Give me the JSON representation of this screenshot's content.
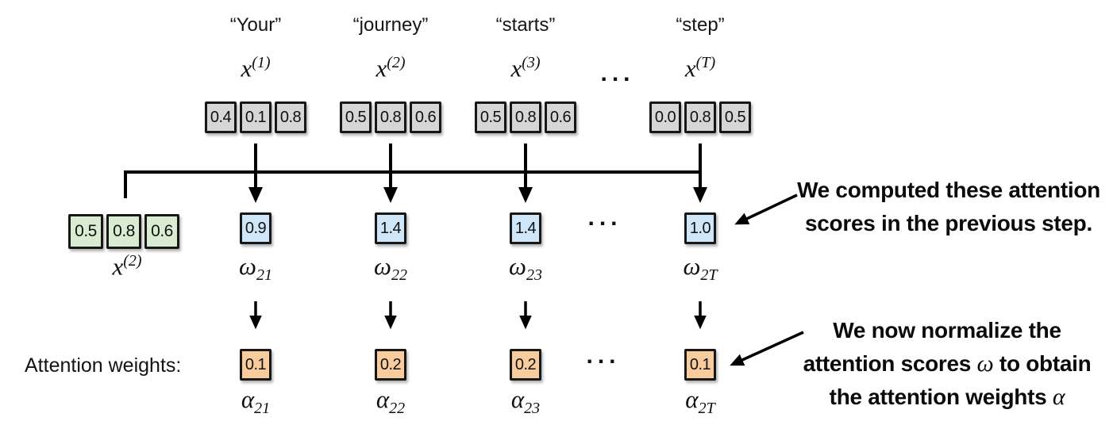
{
  "tokens": [
    {
      "word": "“Your”",
      "var": "x",
      "sup": "(1)",
      "values": [
        "0.4",
        "0.1",
        "0.8"
      ]
    },
    {
      "word": "“journey”",
      "var": "x",
      "sup": "(2)",
      "values": [
        "0.5",
        "0.8",
        "0.6"
      ]
    },
    {
      "word": "“starts”",
      "var": "x",
      "sup": "(3)",
      "values": [
        "0.5",
        "0.8",
        "0.6"
      ]
    },
    {
      "word": "“step”",
      "var": "x",
      "sup": "(T)",
      "values": [
        "0.0",
        "0.8",
        "0.5"
      ]
    }
  ],
  "ellipsis": "...",
  "query": {
    "var": "x",
    "sup": "(2)",
    "values": [
      "0.5",
      "0.8",
      "0.6"
    ]
  },
  "attention_scores": {
    "items": [
      {
        "value": "0.9",
        "symbol": "ω",
        "subscript": "21"
      },
      {
        "value": "1.4",
        "symbol": "ω",
        "subscript": "22"
      },
      {
        "value": "1.4",
        "symbol": "ω",
        "subscript": "23"
      },
      {
        "value": "1.0",
        "symbol": "ω",
        "subscript": "2T"
      }
    ]
  },
  "attention_weights": {
    "row_label": "Attention weights:",
    "items": [
      {
        "value": "0.1",
        "symbol": "α",
        "subscript": "21"
      },
      {
        "value": "0.2",
        "symbol": "α",
        "subscript": "22"
      },
      {
        "value": "0.2",
        "symbol": "α",
        "subscript": "23"
      },
      {
        "value": "0.1",
        "symbol": "α",
        "subscript": "2T"
      }
    ]
  },
  "annotations": {
    "scores_note": {
      "line1": "We computed these attention",
      "line2": "scores in the previous step."
    },
    "weights_note": {
      "line1": "We now normalize the",
      "line2_pre": "attention scores ",
      "line2_math": "ω",
      "line2_post": " to obtain",
      "line3_pre": "the attention weights ",
      "line3_math": "α"
    }
  },
  "colors": {
    "token_box": "#d6d6d6",
    "query_box": "#d9ecd2",
    "score_box": "#cfe6f8",
    "weight_box": "#f8cc9d",
    "line": "#000000"
  }
}
